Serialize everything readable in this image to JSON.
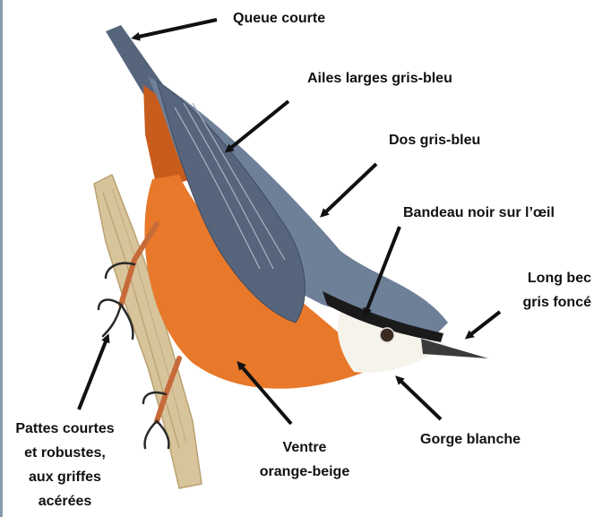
{
  "labels": {
    "tail": "Queue courte",
    "wings": "Ailes larges gris-bleu",
    "back": "Dos gris-bleu",
    "eye_stripe": "Bandeau noir sur l’œil",
    "beak": [
      "Long bec",
      "gris foncé"
    ],
    "legs": [
      "Pattes courtes",
      "et robustes,",
      "aux griffes",
      "acérées"
    ],
    "belly": [
      "Ventre",
      "orange-beige"
    ],
    "throat": "Gorge blanche"
  },
  "colors": {
    "blue_grey": "#6e7f98",
    "blue_grey_dark": "#56657c",
    "orange": "#e8782a",
    "orange_dark": "#c85c1c",
    "white": "#f6f3ea",
    "black": "#1a1a1a",
    "beak": "#3a3a3a",
    "branch": "#d8c49a",
    "legs": "#c76a3a"
  }
}
